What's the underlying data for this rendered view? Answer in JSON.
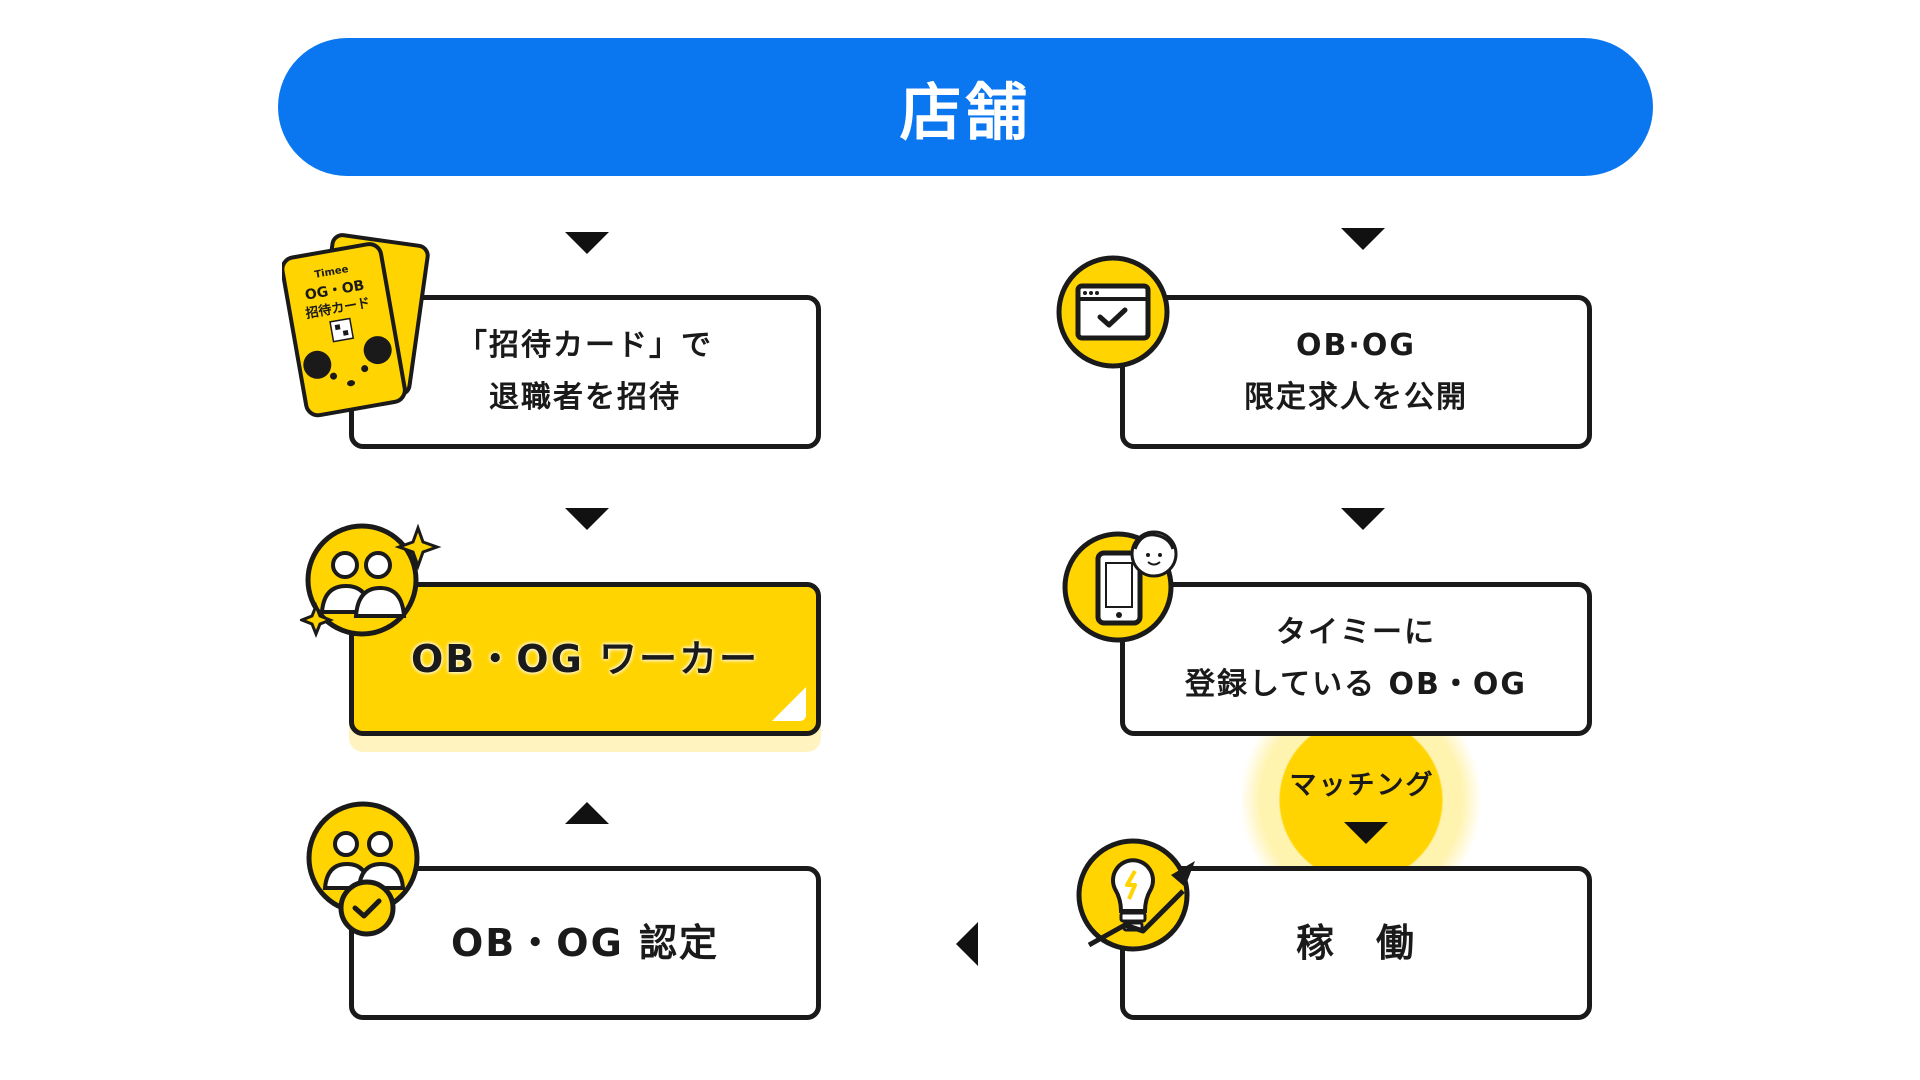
{
  "header": {
    "title": "店舗"
  },
  "left": {
    "card": {
      "brand": "Timee",
      "line1": "OG・OB",
      "line2": "招待カード"
    },
    "invite_box": {
      "line1": "「招待カード」で",
      "line2": "退職者を招待"
    },
    "worker_box": {
      "label": "OB・OG ワーカー"
    },
    "certify_box": {
      "label": "OB・OG 認定"
    }
  },
  "right": {
    "publish_box": {
      "line1": "OB·OG",
      "line2": "限定求人を公開"
    },
    "registered_box": {
      "line1": "タイミーに",
      "line2": "登録している OB・OG"
    },
    "matching": {
      "label": "マッチング"
    },
    "work_box": {
      "label": "稼　働"
    }
  },
  "colors": {
    "brand_blue": "#0a76f0",
    "accent_yellow": "#ffd400",
    "ink": "#1a1a1a"
  },
  "icons": [
    "invite-card-icon",
    "browser-check-icon",
    "sparkle-people-icon",
    "phone-person-icon",
    "people-check-icon",
    "lightbulb-growth-icon"
  ]
}
